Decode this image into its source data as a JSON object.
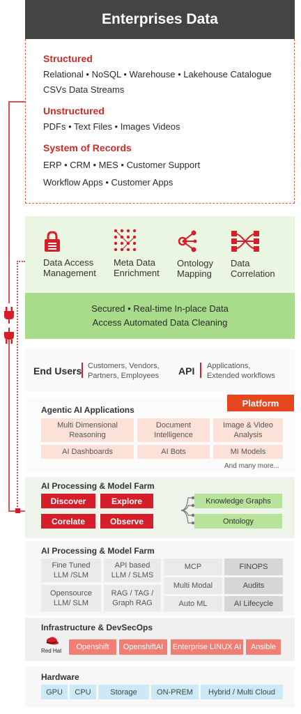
{
  "enterprise": {
    "title": "Enterprises Data",
    "structured_title": "Structured",
    "structured_line1": "Relational • NoSQL • Warehouse • Lakehouse Catalogue",
    "structured_line2": "CSVs Data Streams",
    "unstructured_title": "Unstructured",
    "unstructured_line1": "PDFs • Text Files • Images Videos",
    "records_title": "System of Records",
    "records_line1": "ERP • CRM • MES • Customer Support",
    "records_line2": "Workflow Apps • Customer Apps"
  },
  "features": [
    {
      "label": "Data Access Management",
      "icon": "lock-icon"
    },
    {
      "label": "Meta Data Enrichment",
      "icon": "dot-grid-icon"
    },
    {
      "label": "Ontology Mapping",
      "icon": "node-map-icon"
    },
    {
      "label": "Data Correlation",
      "icon": "correlation-icon"
    }
  ],
  "green_banner": {
    "line1": "Secured • Real-time In-place Data",
    "line2": "Access Automated Data Cleaning"
  },
  "users": {
    "end_users_title": "End Users",
    "end_users_desc1": "Customers, Vendors,",
    "end_users_desc2": "Partners, Employees",
    "api_title": "API",
    "api_desc1": "Applications,",
    "api_desc2": "Extended workflows"
  },
  "agentic": {
    "title": "Agentic AI Applications",
    "platform_label": "Platform",
    "items": [
      "Multi Dimensional Reasoning",
      "Document Intelligence",
      "Image & Video Analysis",
      "AI Dashboards",
      "AI Bots",
      "MI Models"
    ],
    "more": "And many more..."
  },
  "processing1": {
    "title": "AI Processing & Model Farm",
    "buttons": [
      "Discover",
      "Explore",
      "Corelate",
      "Observe"
    ],
    "targets": [
      "Knowledge Graphs",
      "Ontology"
    ]
  },
  "processing2": {
    "title": "AI Processing & Model Farm",
    "col1": [
      "Fine Tuned LLM /SLM",
      "Opensource LLM/ SLM"
    ],
    "col2": [
      "API based LLM / SLMS",
      "RAG / TAG / Graph RAG"
    ],
    "col3": [
      "MCP",
      "Multi Modal",
      "Auto ML"
    ],
    "col4": [
      "FINOPS",
      "Audits",
      "AI Lifecycle"
    ]
  },
  "infra": {
    "title": "Infrastructure & DevSecOps",
    "brand": "Red Hat",
    "items": [
      "Openshift",
      "OpenshiftAI",
      "Enterprise LINUX AI",
      "Ansible"
    ]
  },
  "hardware": {
    "title": "Hardware",
    "items": [
      "GPU",
      "CPU",
      "Storage",
      "ON-PREM",
      "Hybrid / Multi Cloud"
    ]
  },
  "colors": {
    "accent_red": "#cf2a26",
    "platform_orange": "#e8461e",
    "green": "#a9dc8a",
    "dark_header": "#444444"
  }
}
